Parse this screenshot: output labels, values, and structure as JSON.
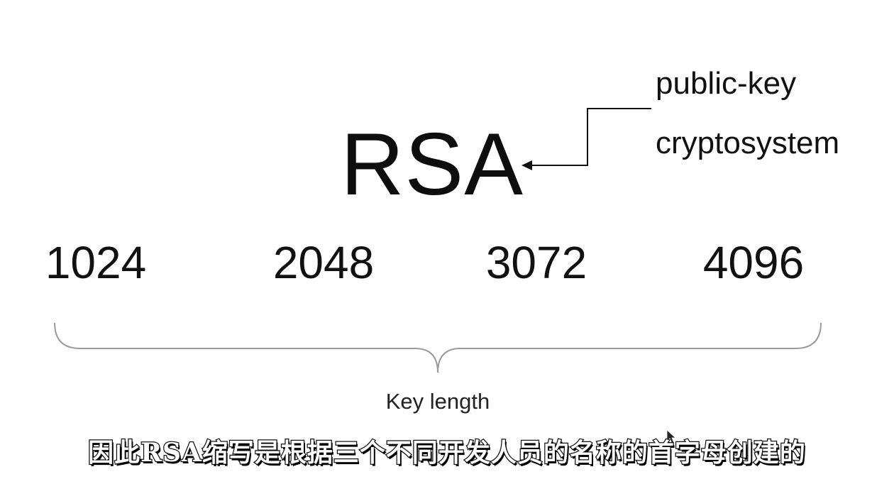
{
  "title": "RSA",
  "annotation": {
    "lines": [
      "public-key",
      "cryptosystem"
    ]
  },
  "key_sizes": [
    "1024",
    "2048",
    "3072",
    "4096"
  ],
  "brace_caption": "Key length",
  "subtitle": "因此RSA缩写是根据三个不同开发人员的名称的首字母创建的"
}
